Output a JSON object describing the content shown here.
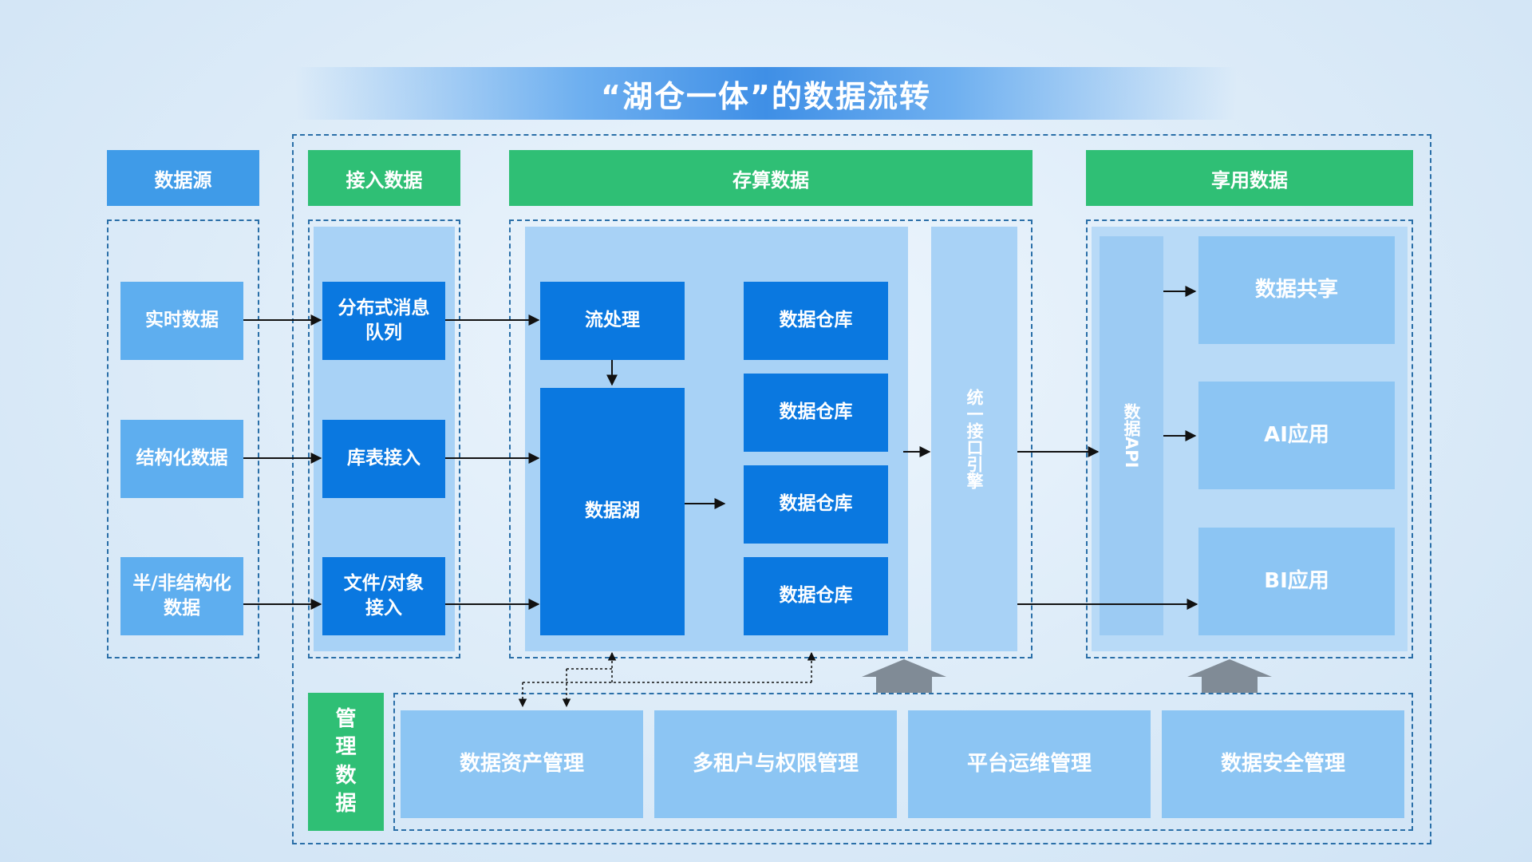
{
  "title": "“湖仓一体”的数据流转",
  "headers": {
    "source": "数据源",
    "ingest": "接入数据",
    "storage": "存算数据",
    "consume": "享用数据",
    "manage": "管理数据"
  },
  "sources": [
    "实时数据",
    "结构化数据",
    "半/非结构化数据"
  ],
  "ingest": [
    "分布式消息队列",
    "库表接入",
    "文件/对象接入"
  ],
  "storage": {
    "stream": "流处理",
    "lake": "数据湖",
    "warehouses": [
      "数据仓库",
      "数据仓库",
      "数据仓库",
      "数据仓库"
    ],
    "engine": "统一接口引擎"
  },
  "consume": {
    "api": "数据API",
    "apps": [
      "数据共享",
      "AI应用",
      "BI应用"
    ]
  },
  "management": [
    "数据资产管理",
    "多租户与权限管理",
    "平台运维管理",
    "数据安全管理"
  ],
  "colors": {
    "green": "#2fbf75",
    "blue_header": "#3f9be8",
    "dark_blue": "#0a78e0",
    "light_blue": "#5eaeef",
    "pale_blue": "#8cc5f3",
    "dash": "#2a6fa8"
  }
}
